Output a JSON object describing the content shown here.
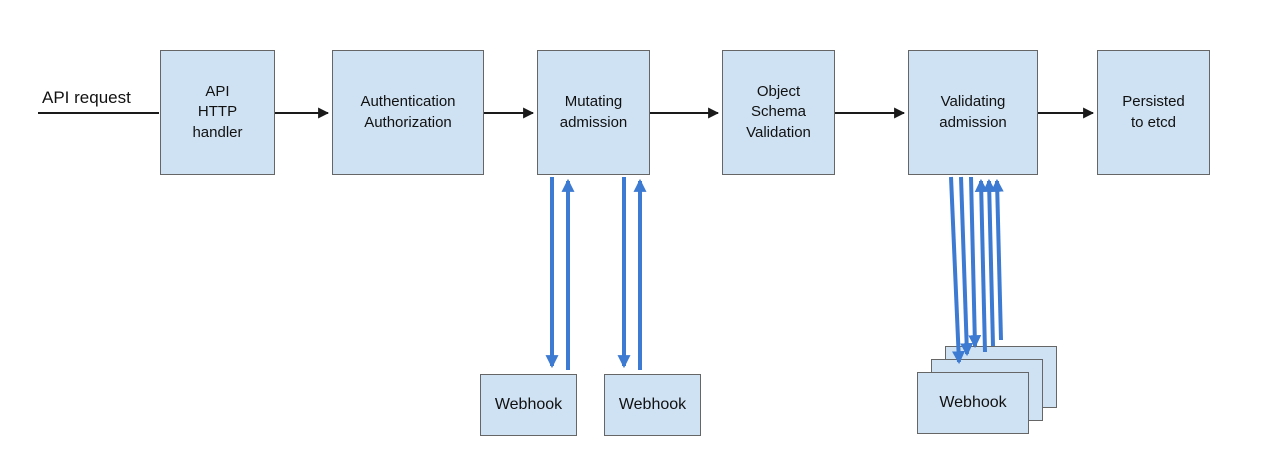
{
  "diagram": {
    "request_label": "API request",
    "nodes": {
      "api_http_handler": "API\nHTTP\nhandler",
      "authn_authz": "Authentication\nAuthorization",
      "mutating_admission": "Mutating\nadmission",
      "object_schema_validation": "Object\nSchema\nValidation",
      "validating_admission": "Validating\nadmission",
      "persisted_to_etcd": "Persisted\nto etcd"
    },
    "webhooks": [
      "Webhook",
      "Webhook",
      "Webhook"
    ],
    "colors": {
      "node_fill": "#cfe2f3",
      "node_border": "#666666",
      "flow_arrow": "#1a1a1a",
      "webhook_arrow": "#3d7ad1"
    }
  }
}
